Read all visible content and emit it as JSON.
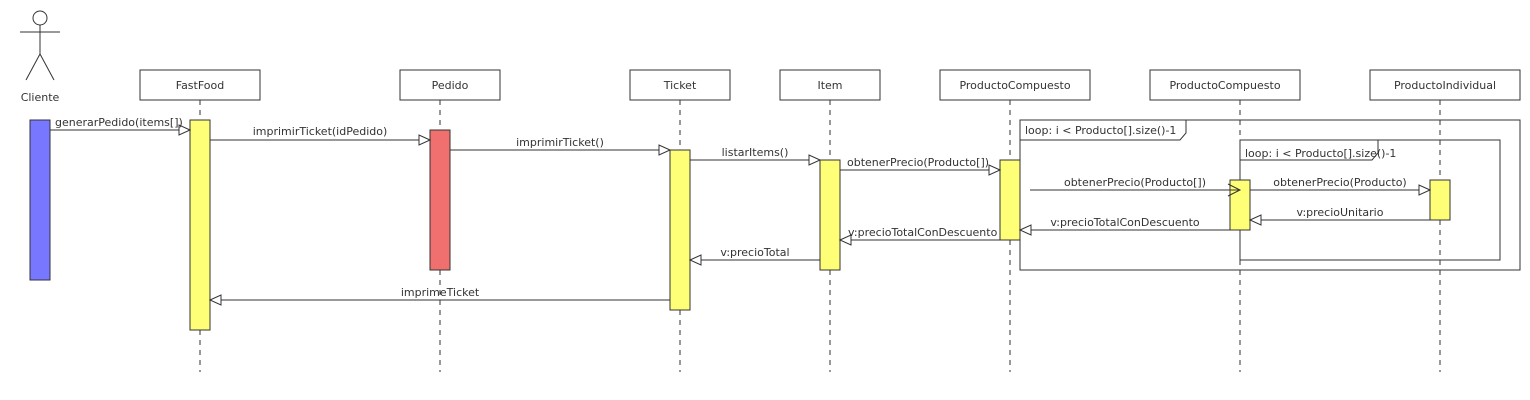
{
  "colors": {
    "actor_activation": "#7777ff",
    "default_activation": "#ffff77",
    "pedido_activation": "#f07070",
    "line": "#333333"
  },
  "actor": {
    "label": "Cliente"
  },
  "participants": [
    "FastFood",
    "Pedido",
    "Ticket",
    "Item",
    "ProductoCompuesto",
    "ProductoCompuesto",
    "ProductoIndividual"
  ],
  "messages": [
    {
      "label": "generarPedido(items[])",
      "kind": "call"
    },
    {
      "label": "imprimirTicket(idPedido)",
      "kind": "call"
    },
    {
      "label": "imprimirTicket()",
      "kind": "call"
    },
    {
      "label": "listarItems()",
      "kind": "call"
    },
    {
      "label": "obtenerPrecio(Producto[])",
      "kind": "call"
    },
    {
      "label": "obtenerPrecio(Producto[])",
      "kind": "call"
    },
    {
      "label": "obtenerPrecio(Producto)",
      "kind": "call"
    },
    {
      "label": "v:precioUnitario",
      "kind": "return"
    },
    {
      "label": "v:precioTotalConDescuento",
      "kind": "return"
    },
    {
      "label": "v:precioTotalConDescuento",
      "kind": "return"
    },
    {
      "label": "v:precioTotal",
      "kind": "return"
    },
    {
      "label": "imprimeTicket",
      "kind": "return"
    }
  ],
  "fragments": [
    {
      "label": "loop: i < Producto[].size()-1"
    },
    {
      "label": "loop: i < Producto[].size()-1"
    }
  ]
}
